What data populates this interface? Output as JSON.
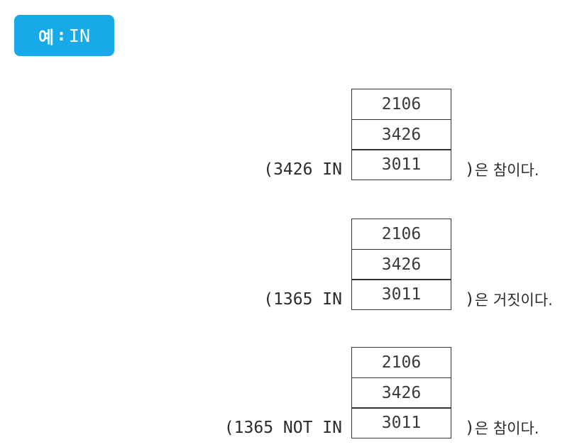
{
  "badge": {
    "prefix": "예",
    "colon": ":",
    "keyword": "IN",
    "color": "#18a9e8"
  },
  "examples": [
    {
      "left_text": "(3426 IN",
      "table": [
        "2106",
        "3426",
        "3011"
      ],
      "right_paren": ")",
      "right_text": "은 참이다."
    },
    {
      "left_text": "(1365 IN",
      "table": [
        "2106",
        "3426",
        "3011"
      ],
      "right_paren": ")",
      "right_text": "은 거짓이다."
    },
    {
      "left_text": "(1365 NOT IN",
      "table": [
        "2106",
        "3426",
        "3011"
      ],
      "right_paren": ")",
      "right_text": "은 참이다."
    }
  ]
}
